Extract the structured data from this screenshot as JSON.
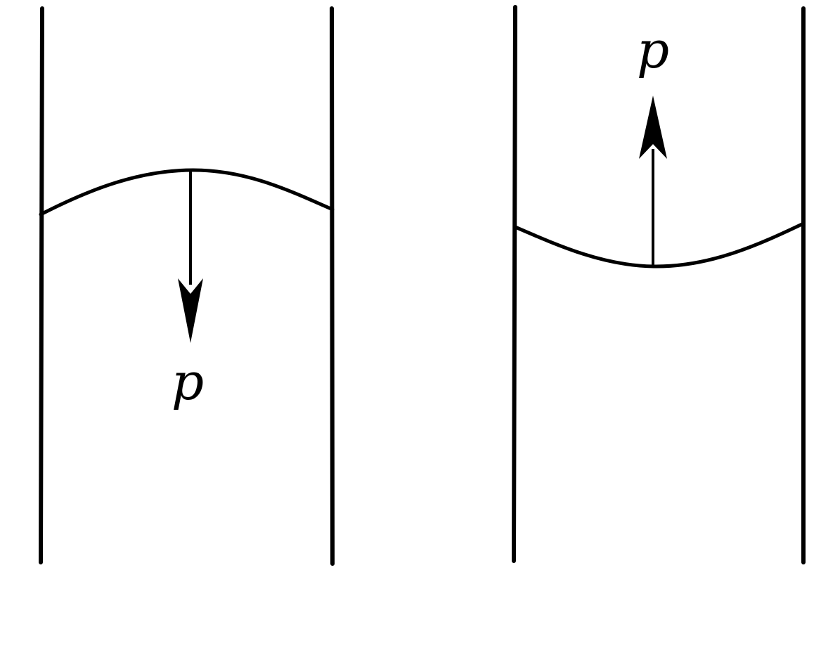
{
  "panels": [
    {
      "id": "left",
      "meniscus_shape": "convex",
      "pressure_direction": "down",
      "pressure_label": "p"
    },
    {
      "id": "right",
      "meniscus_shape": "concave",
      "pressure_direction": "up",
      "pressure_label": "p"
    }
  ],
  "colors": {
    "line": "#000000",
    "background": "#ffffff"
  }
}
